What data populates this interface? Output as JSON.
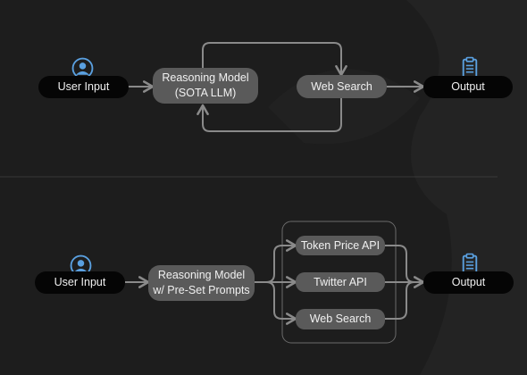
{
  "diagrams": [
    {
      "user_input": "User Input",
      "reasoning_model_line1": "Reasoning Model",
      "reasoning_model_line2": "(SOTA LLM)",
      "web_search": "Web Search",
      "output": "Output"
    },
    {
      "user_input": "User Input",
      "reasoning_model_line1": "Reasoning Model",
      "reasoning_model_line2": "w/ Pre-Set Prompts",
      "tools": [
        "Token Price API",
        "Twitter API",
        "Web Search"
      ],
      "output": "Output"
    }
  ],
  "icons": {
    "user": "user-circle-icon",
    "output": "clipboard-icon"
  },
  "colors": {
    "background": "#1d1d1d",
    "node_dark": "#050505",
    "node_gray": "#5a5a5a",
    "connector": "#8a8a8a",
    "icon_blue": "#5aa0e0",
    "text": "#f0f0f0"
  }
}
